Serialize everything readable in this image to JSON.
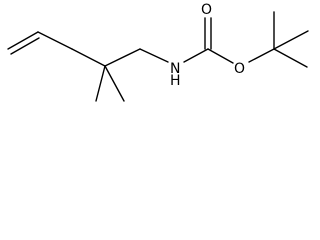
{
  "molecule": {
    "atoms": {
      "nitrogen": "N",
      "hydrogen": "H",
      "carbonyl_oxygen": "O",
      "ester_oxygen": "O"
    }
  }
}
